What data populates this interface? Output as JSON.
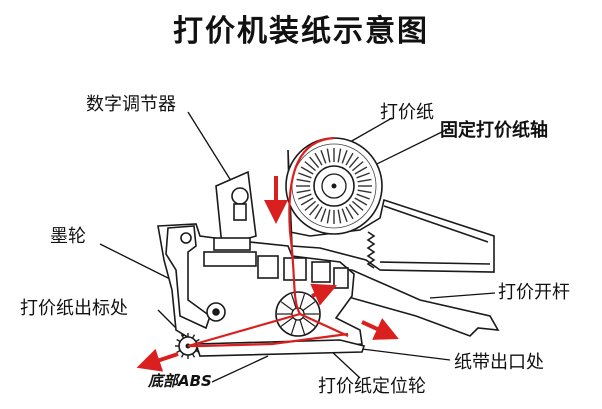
{
  "title": "打价机装纸示意图",
  "labels": {
    "digit_adjuster": "数字调节器",
    "price_paper": "打价纸",
    "fixed_paper_axis": "固定打价纸轴",
    "ink_wheel": "墨轮",
    "open_lever": "打价开杆",
    "paper_out_mark": "打价纸出标处",
    "tape_outlet": "纸带出口处",
    "bottom_abs": "底部ABS",
    "paper_position_wheel": "打价纸定位轮"
  },
  "colors": {
    "arrow": "#d9201e",
    "paper_path": "#d9201e",
    "line": "#1a1a1a"
  }
}
